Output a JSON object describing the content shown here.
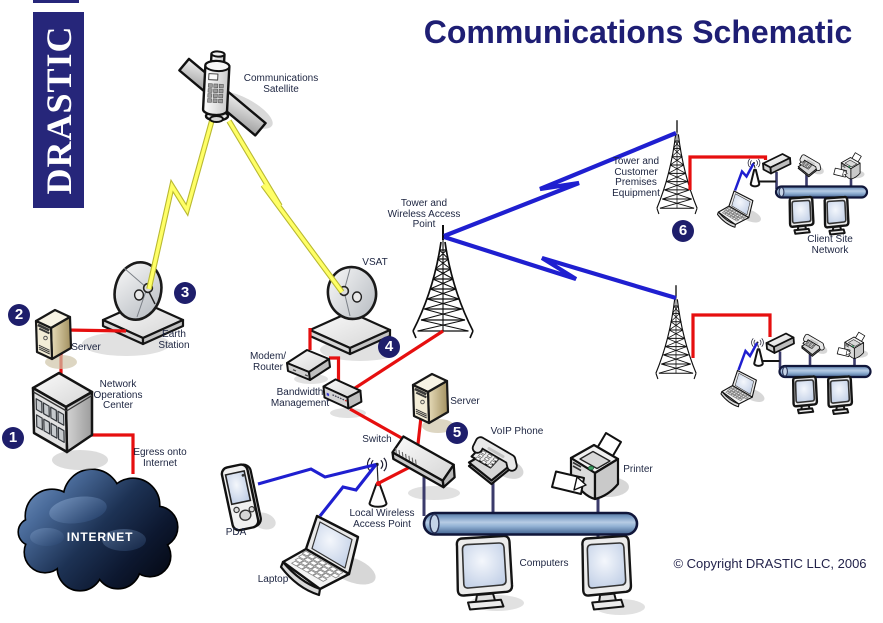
{
  "title": "Communications Schematic",
  "logo": {
    "text": "DRASTIC"
  },
  "copyright": "© Copyright DRASTIC LLC, 2006",
  "colors": {
    "navy": "#1e1e6b",
    "title_navy": "#1e1e74",
    "logo_navy": "#26267a",
    "wired_link_red": "#e60f0f",
    "wireless_link_blue": "#1f1fd0",
    "satellite_link_yellow": "#ffff66",
    "lan_line_navy": "#3b3b6b",
    "pipe_blue": "#7b9cc4",
    "cloud_dark_blue": "#1d3254"
  },
  "badges": {
    "b1": "1",
    "b2": "2",
    "b3": "3",
    "b4": "4",
    "b5": "5",
    "b6": "6"
  },
  "labels": {
    "satellite": "Communications\nSatellite",
    "tower_wap": "Tower and\nWireless Access\nPoint",
    "vsat": "VSAT",
    "earth_station": "Earth\nStation",
    "server_noc": "Server",
    "noc": "Network\nOperations\nCenter",
    "egress": "Egress onto\nInternet",
    "internet": "INTERNET",
    "modem_router": "Modem/\nRouter",
    "bandwidth": "Bandwidth\nManagement",
    "server_lan": "Server",
    "switch": "Switch",
    "voip_phone": "VoIP Phone",
    "local_wap": "Local Wireless\nAccess Point",
    "pda": "PDA",
    "laptop": "Laptop",
    "printer": "Printer",
    "computers": "Computers",
    "tower_cpe": "Tower and\nCustomer\nPremises\nEquipment",
    "client_site": "Client Site\nNetwork"
  },
  "connections": [
    {
      "from": "communications-satellite",
      "to": "earth-station",
      "type": "satellite-beam"
    },
    {
      "from": "communications-satellite",
      "to": "vsat",
      "type": "satellite-beam"
    },
    {
      "from": "server-noc",
      "to": "earth-station",
      "type": "wired"
    },
    {
      "from": "server-noc",
      "to": "network-operations-center",
      "type": "wired"
    },
    {
      "from": "network-operations-center",
      "to": "internet-cloud",
      "type": "wired"
    },
    {
      "from": "vsat",
      "to": "modem-router",
      "type": "wired"
    },
    {
      "from": "modem-router",
      "to": "bandwidth-management",
      "type": "wired"
    },
    {
      "from": "bandwidth-management",
      "to": "tower-wireless-access-point",
      "type": "wired"
    },
    {
      "from": "bandwidth-management",
      "to": "switch",
      "type": "wired"
    },
    {
      "from": "server-lan",
      "to": "switch",
      "type": "wired"
    },
    {
      "from": "switch",
      "to": "local-wireless-access-point",
      "type": "wired"
    },
    {
      "from": "switch",
      "to": "lan-pipe",
      "type": "lan"
    },
    {
      "from": "voip-phone",
      "to": "lan-pipe",
      "type": "lan"
    },
    {
      "from": "printer",
      "to": "lan-pipe",
      "type": "lan"
    },
    {
      "from": "lan-pipe",
      "to": "computer-1",
      "type": "lan"
    },
    {
      "from": "lan-pipe",
      "to": "computer-2",
      "type": "lan"
    },
    {
      "from": "local-wireless-access-point",
      "to": "pda",
      "type": "wireless"
    },
    {
      "from": "local-wireless-access-point",
      "to": "laptop",
      "type": "wireless"
    },
    {
      "from": "tower-wireless-access-point",
      "to": "client-tower-1",
      "type": "wireless"
    },
    {
      "from": "tower-wireless-access-point",
      "to": "client-tower-2",
      "type": "wireless"
    },
    {
      "from": "client-tower-1",
      "to": "client-switch-1",
      "type": "wired"
    },
    {
      "from": "client-tower-2",
      "to": "client-switch-2",
      "type": "wired"
    },
    {
      "from": "client-ap-1",
      "to": "client-laptop-1",
      "type": "wireless"
    },
    {
      "from": "client-ap-2",
      "to": "client-laptop-2",
      "type": "wireless"
    }
  ]
}
